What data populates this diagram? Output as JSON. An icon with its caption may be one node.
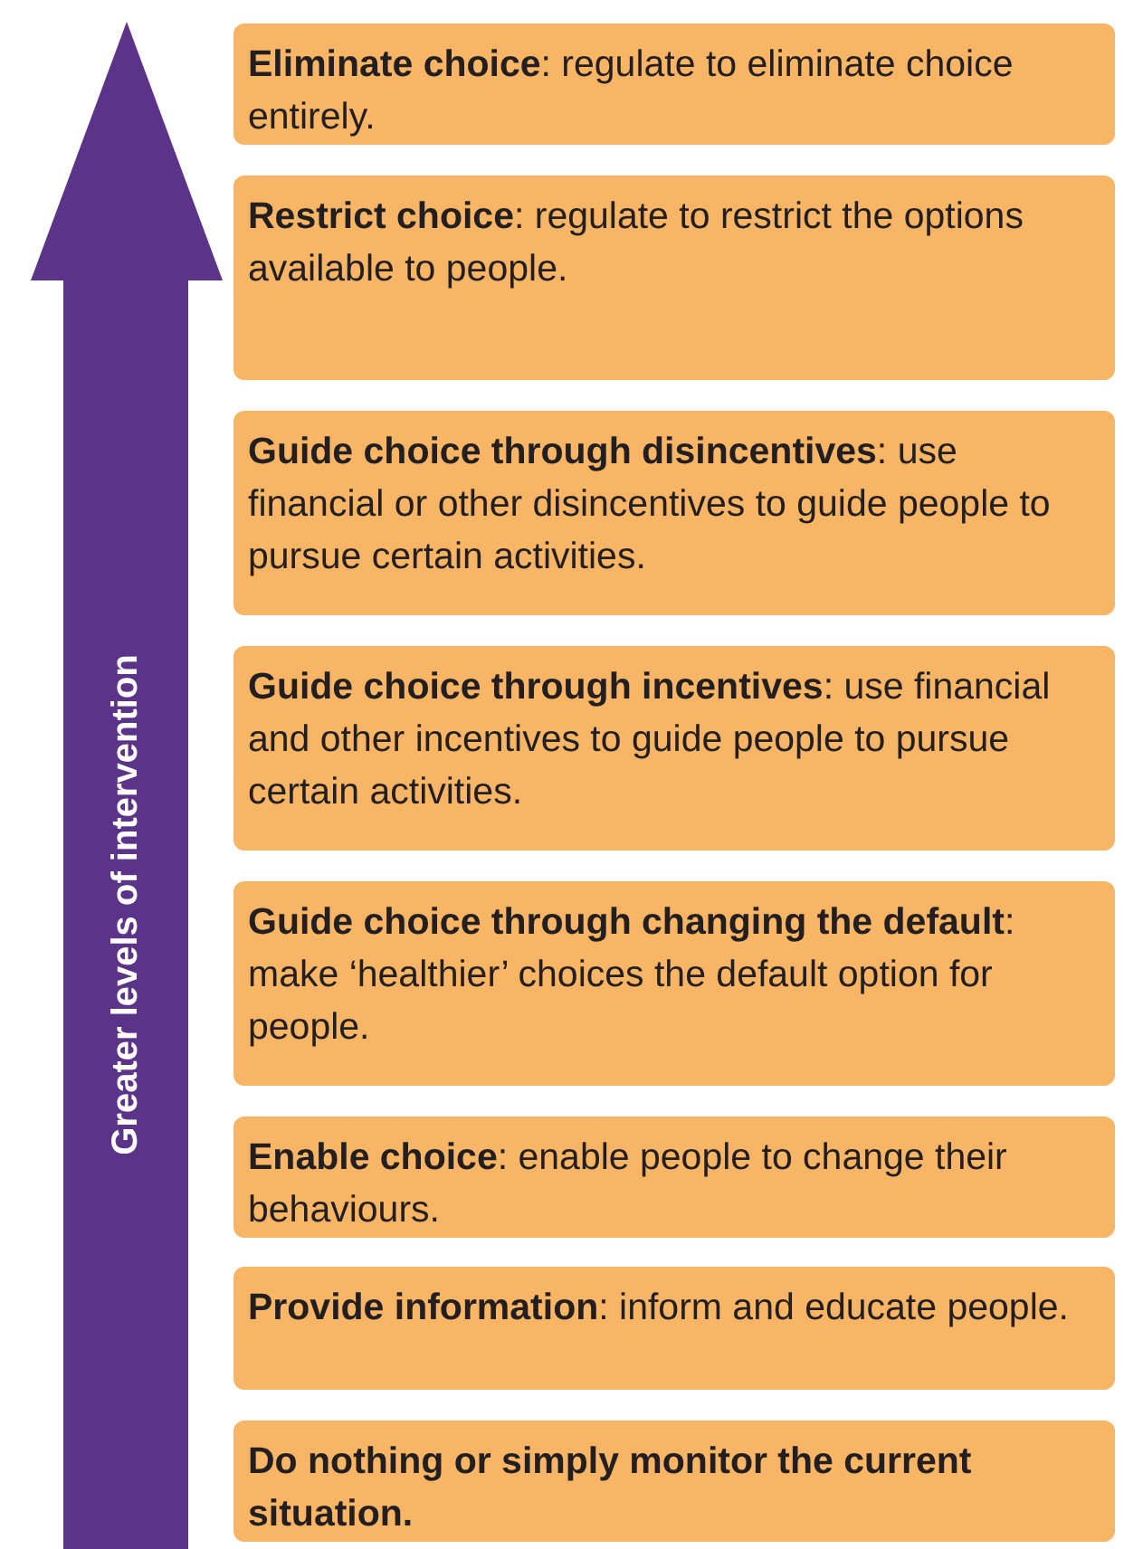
{
  "diagram": {
    "nodes": [
      {
        "text": [
          "**Eliminate choice**: regulate to eliminate choice entirely."
        ]
      },
      {
        "text": [
          "**Restrict choice**: regulate to restrict the options available to people."
        ]
      },
      {
        "text": [
          "**Guide choice through disincentives**: use financial or other disincentives to guide people to pursue certain activities."
        ]
      },
      {
        "text": [
          "**Guide choice through incentives**: use financial and other incentives to guide people to pursue certain activities."
        ]
      },
      {
        "text": [
          "**Guide choice through changing the default**: make ‘healthier’ choices the default option for people."
        ]
      },
      {
        "text": [
          "**Enable choice**: enable people to change their behaviours."
        ]
      },
      {
        "text": [
          "**Provide information**: inform and educate people."
        ]
      },
      {
        "text": [
          "Do nothing or simply monitor the current situation."
        ]
      }
    ],
    "labels": [
      "Greater levels of intervention"
    ]
  }
}
